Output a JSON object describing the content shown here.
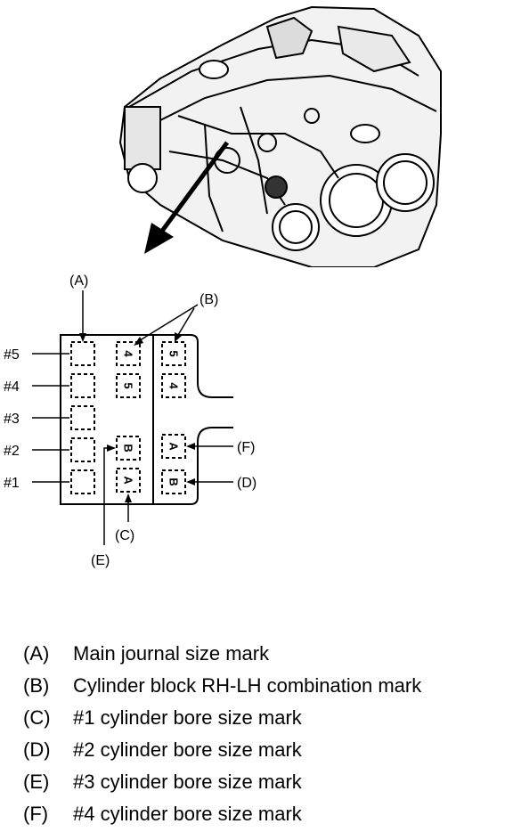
{
  "diagram": {
    "callouts": {
      "a": "(A)",
      "b": "(B)",
      "c": "(C)",
      "d": "(D)",
      "e": "(E)",
      "f": "(F)"
    },
    "journals": [
      "#5",
      "#4",
      "#3",
      "#2",
      "#1"
    ],
    "marks": {
      "lh_top": "4",
      "lh_second": "5",
      "lh_fourth": "B",
      "lh_fifth": "A",
      "rh_top": "5",
      "rh_second": "4",
      "rh_fourth": "A",
      "rh_fifth": "B"
    }
  },
  "legend": [
    {
      "key": "(A)",
      "text": "Main journal size mark"
    },
    {
      "key": "(B)",
      "text": "Cylinder block RH-LH combination mark"
    },
    {
      "key": "(C)",
      "text": "#1 cylinder bore size mark"
    },
    {
      "key": "(D)",
      "text": "#2 cylinder bore size mark"
    },
    {
      "key": "(E)",
      "text": "#3 cylinder bore size mark"
    },
    {
      "key": "(F)",
      "text": "#4 cylinder bore size mark"
    }
  ]
}
